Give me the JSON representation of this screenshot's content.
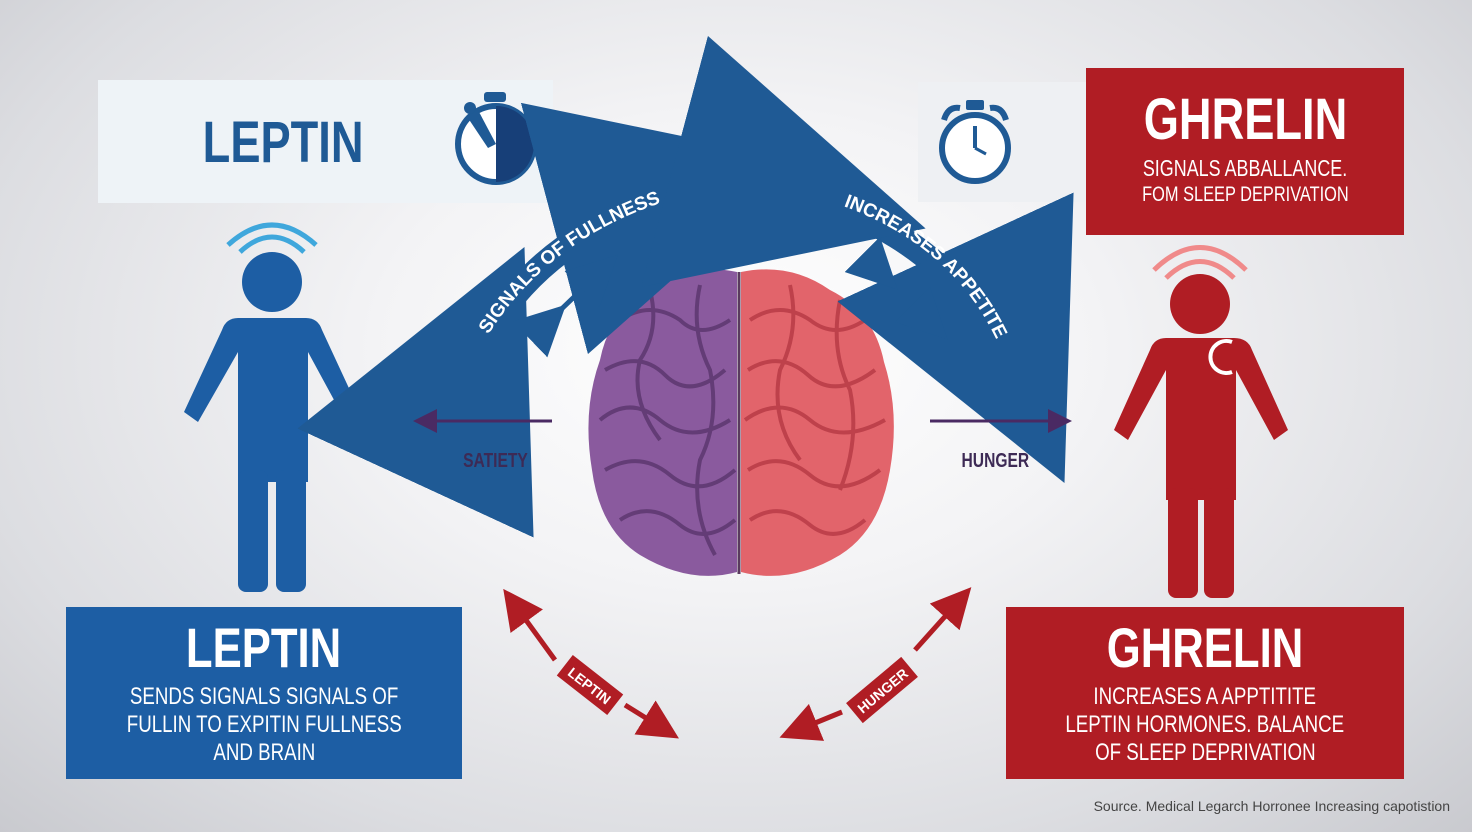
{
  "leptin_top": {
    "title": "LEPTIN",
    "icon": "stopwatch-icon"
  },
  "ghrelin_top": {
    "title": "GHRELIN",
    "line1": "SIGNALS ABBALLANCE.",
    "line2": "FOM SLEEP DEPRIVATION",
    "icon": "alarm-clock-icon"
  },
  "arrows": {
    "left_arc": "SIGNALS OF FULLNESS",
    "right_arc": "INCREASES APPETITE",
    "bottom_left_tag": "LEPTIN",
    "bottom_right_tag": "HUNGER"
  },
  "labels": {
    "satiety": "SATIETY",
    "hunger": "HUNGER"
  },
  "leptin_bottom": {
    "title": "LEPTIN",
    "lines": [
      "SENDS SIGNALS SIGNALS OF",
      "FULLIN TO EXPITIN FULLNESS",
      "AND BRAIN"
    ]
  },
  "ghrelin_bottom": {
    "title": "GHRELIN",
    "lines": [
      "INCREASES A APPTITITE",
      "LEPTIN HORMONES. BALANCE",
      "OF SLEEP DEPRIVATION"
    ]
  },
  "source": "Source. Medical Legarch Horronee Increasing capotistion",
  "colors": {
    "leptin_blue": "#1d5ea4",
    "ghrelin_red": "#b01d24",
    "brain_left": "#8a5a9e",
    "brain_right": "#e2646b"
  }
}
